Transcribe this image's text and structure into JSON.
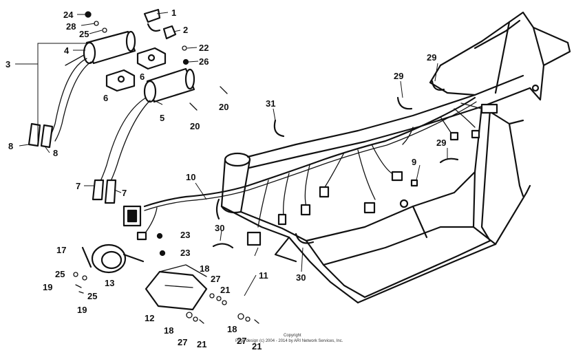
{
  "callouts": [
    "1",
    "2",
    "3",
    "4",
    "5",
    "6",
    "6",
    "7",
    "7",
    "8",
    "8",
    "9",
    "10",
    "11",
    "12",
    "13",
    "17",
    "18",
    "18",
    "18",
    "19",
    "19",
    "20",
    "20",
    "21",
    "21",
    "21",
    "22",
    "23",
    "23",
    "24",
    "25",
    "25",
    "25",
    "26",
    "27",
    "27",
    "27",
    "28",
    "29",
    "29",
    "29",
    "30",
    "30",
    "31"
  ],
  "copyright": {
    "line1": "Copyright",
    "line2": "Page design (c) 2004 - 2014 by ARI Network Services, Inc."
  },
  "colors": {
    "ink": "#111111",
    "paper": "#ffffff"
  }
}
